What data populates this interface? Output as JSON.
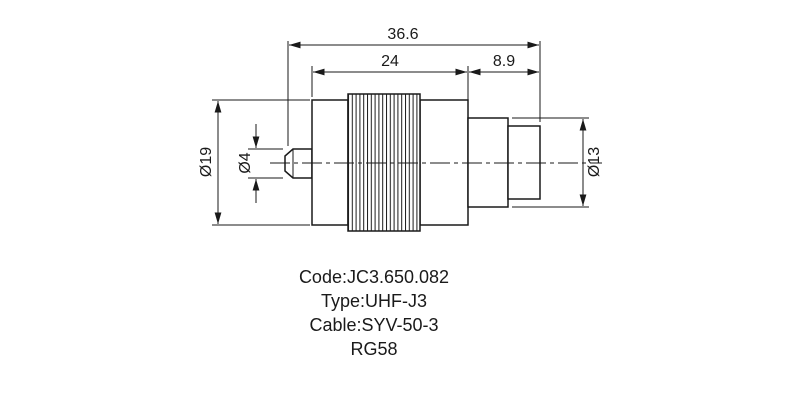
{
  "dims": {
    "overall": "36.6",
    "body": "24",
    "tail": "8.9",
    "flange_dia": "Ø19",
    "lug_dia": "Ø4",
    "end_dia": "Ø13"
  },
  "notes": {
    "code": "Code:JC3.650.082",
    "type": "Type:UHF-J3",
    "cable": "Cable:SYV-50-3",
    "cable_alt": "RG58"
  },
  "colors": {
    "line": "#1a1a1a",
    "background": "#ffffff"
  }
}
